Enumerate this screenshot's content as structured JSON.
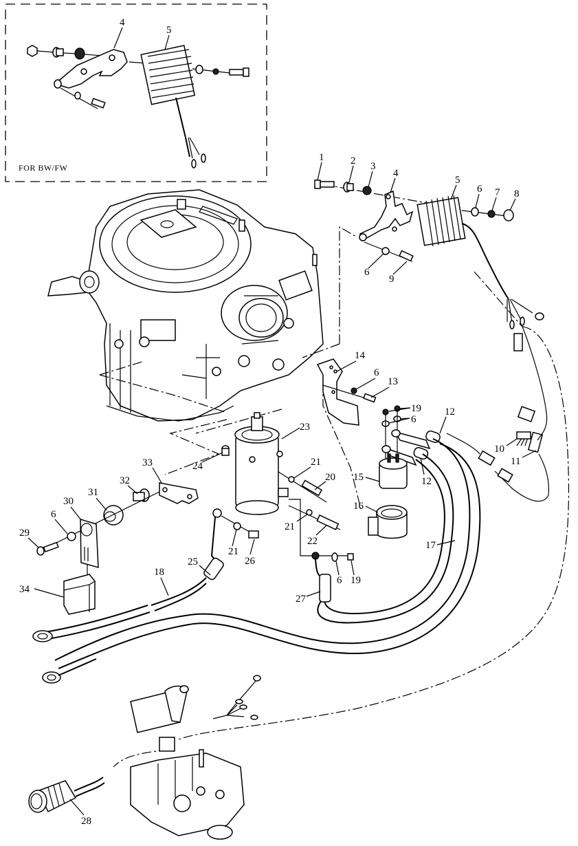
{
  "diagram": {
    "title": "Electrical parts exploded view",
    "inset_note": "FOR BW/FW",
    "inset_labels": [
      "4",
      "5"
    ],
    "callouts": [
      {
        "id": "c1",
        "label": "1"
      },
      {
        "id": "c2",
        "label": "2"
      },
      {
        "id": "c3",
        "label": "3"
      },
      {
        "id": "c4",
        "label": "4"
      },
      {
        "id": "c5",
        "label": "5"
      },
      {
        "id": "c6a",
        "label": "6"
      },
      {
        "id": "c7",
        "label": "7"
      },
      {
        "id": "c8",
        "label": "8"
      },
      {
        "id": "c6b",
        "label": "6"
      },
      {
        "id": "c9",
        "label": "9"
      },
      {
        "id": "c14",
        "label": "14"
      },
      {
        "id": "c6c",
        "label": "6"
      },
      {
        "id": "c13",
        "label": "13"
      },
      {
        "id": "c19a",
        "label": "19"
      },
      {
        "id": "c6d",
        "label": "6"
      },
      {
        "id": "c12a",
        "label": "12"
      },
      {
        "id": "c12b",
        "label": "12"
      },
      {
        "id": "c10",
        "label": "10"
      },
      {
        "id": "c11",
        "label": "11"
      },
      {
        "id": "c15",
        "label": "15"
      },
      {
        "id": "c16",
        "label": "16"
      },
      {
        "id": "c17",
        "label": "17"
      },
      {
        "id": "c23",
        "label": "23"
      },
      {
        "id": "c24",
        "label": "24"
      },
      {
        "id": "c21a",
        "label": "21"
      },
      {
        "id": "c20",
        "label": "20"
      },
      {
        "id": "c21b",
        "label": "21"
      },
      {
        "id": "c22",
        "label": "22"
      },
      {
        "id": "c33",
        "label": "33"
      },
      {
        "id": "c32",
        "label": "32"
      },
      {
        "id": "c31",
        "label": "31"
      },
      {
        "id": "c30",
        "label": "30"
      },
      {
        "id": "c6e",
        "label": "6"
      },
      {
        "id": "c29",
        "label": "29"
      },
      {
        "id": "c34",
        "label": "34"
      },
      {
        "id": "c21c",
        "label": "21"
      },
      {
        "id": "c26",
        "label": "26"
      },
      {
        "id": "c25",
        "label": "25"
      },
      {
        "id": "c18",
        "label": "18"
      },
      {
        "id": "c27",
        "label": "27"
      },
      {
        "id": "c6f",
        "label": "6"
      },
      {
        "id": "c19b",
        "label": "19"
      },
      {
        "id": "c28",
        "label": "28"
      }
    ]
  }
}
